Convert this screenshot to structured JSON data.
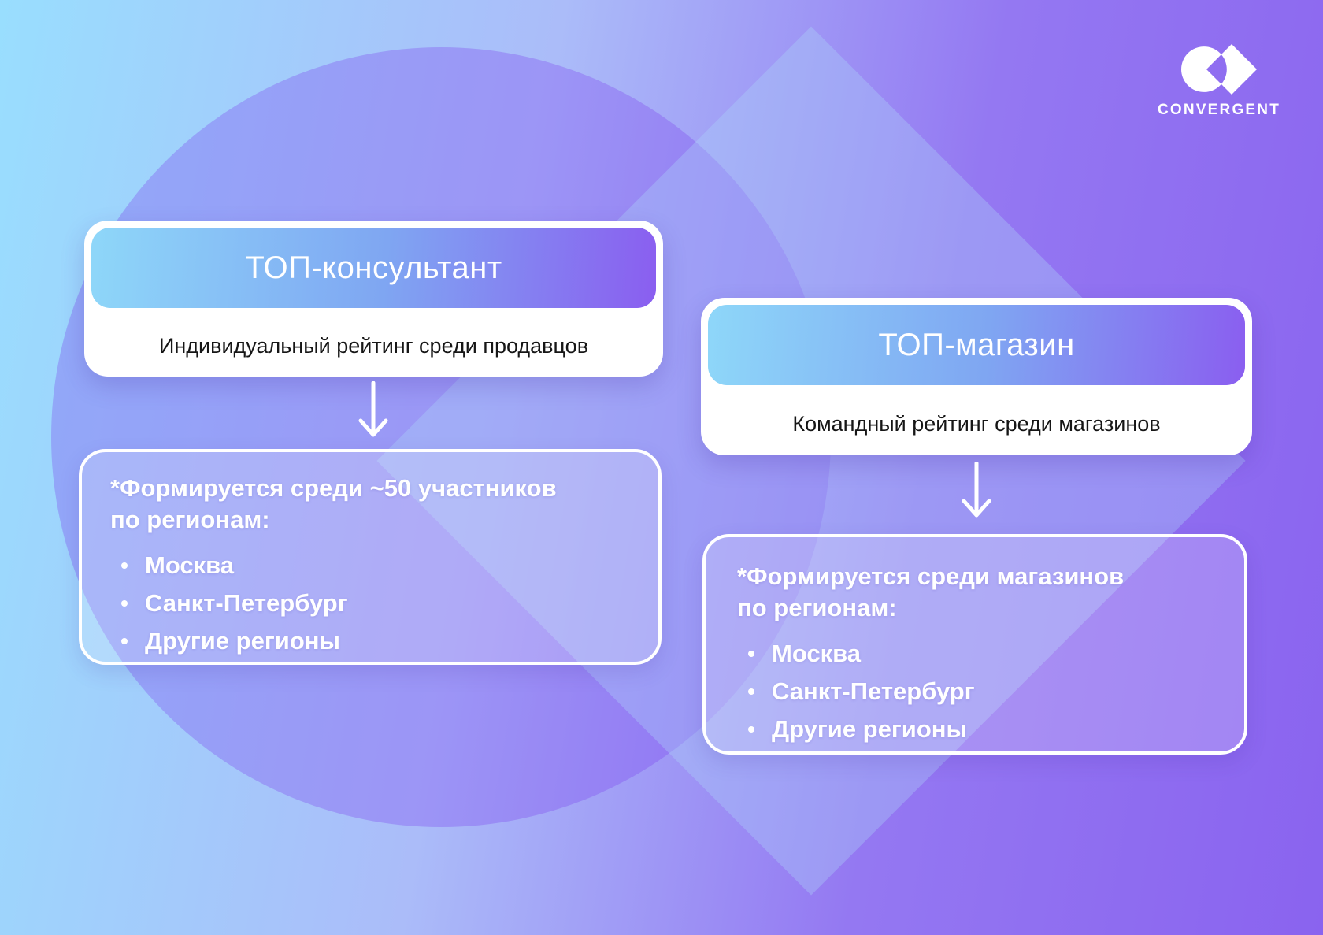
{
  "logo": {
    "text": "CONVERGENT"
  },
  "left_column": {
    "title": "ТОП-консультант",
    "subtitle": "Индивидуальный рейтинг среди продавцов",
    "box_heading": "*Формируется среди ~50 участников\nпо регионам:",
    "items": [
      "Москва",
      "Санкт-Петербург",
      "Другие регионы"
    ]
  },
  "right_column": {
    "title": "ТОП-магазин",
    "subtitle": "Командный рейтинг среди магазинов",
    "box_heading": "*Формируется среди магазинов\nпо регионам:",
    "items": [
      "Москва",
      "Санкт-Петербург",
      "Другие регионы"
    ]
  },
  "colors": {
    "background_left": "#99DEFE",
    "background_right": "#8A63EF",
    "circle_overlay": "rgba(124,58,237,0.30)",
    "diamond_overlay": "rgba(172,214,250,0.34)",
    "pill_gradient_start": "#8ED7F9",
    "pill_gradient_end": "#8A5EF0",
    "card_background": "#FFFFFF",
    "subtitle_text": "#161616",
    "box_text": "#FFFFFF"
  }
}
